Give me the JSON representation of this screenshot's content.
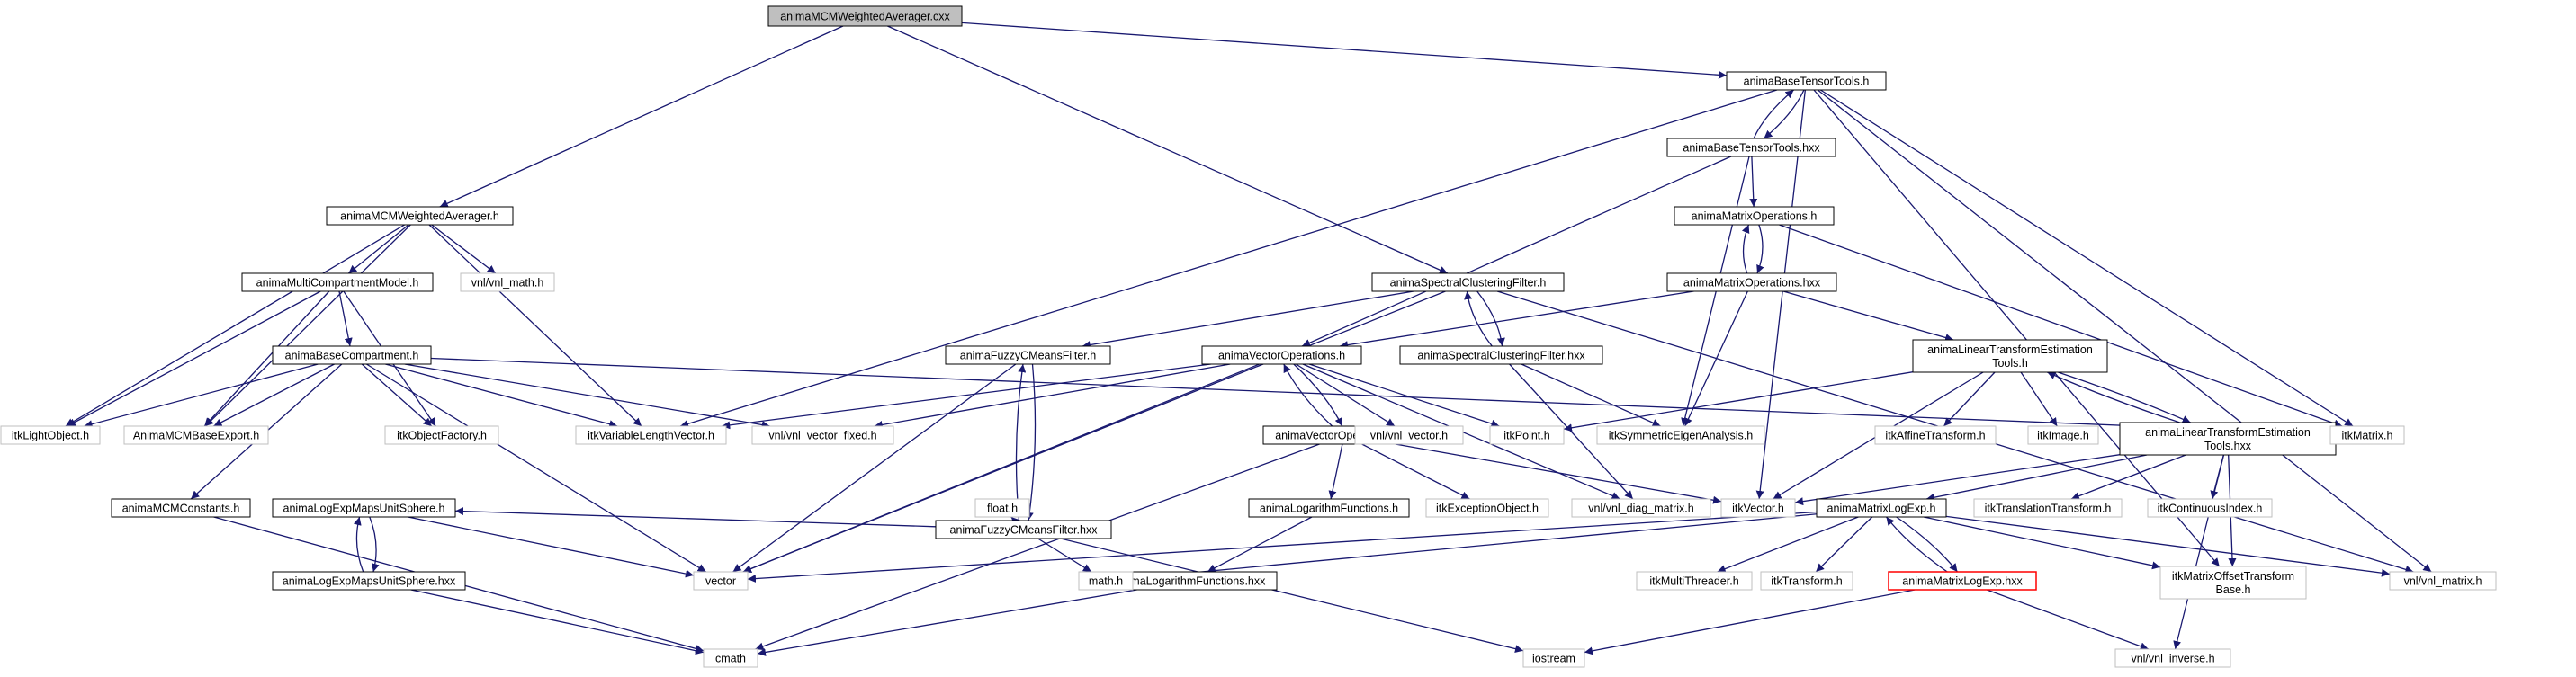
{
  "nodes": [
    {
      "id": "root",
      "label": "animaMCMWeightedAverager.cxx",
      "style": "root"
    },
    {
      "id": "baseTensorToolsH",
      "label": "animaBaseTensorTools.h",
      "style": "doc"
    },
    {
      "id": "baseTensorToolsHxx",
      "label": "animaBaseTensorTools.hxx",
      "style": "doc"
    },
    {
      "id": "mcmWeightedAveragerH",
      "label": "animaMCMWeightedAverager.h",
      "style": "doc"
    },
    {
      "id": "vnlMath",
      "label": "vnl/vnl_math.h",
      "style": "ext"
    },
    {
      "id": "multiCompartmentModelH",
      "label": "animaMultiCompartmentModel.h",
      "style": "doc"
    },
    {
      "id": "baseCompartmentH",
      "label": "animaBaseCompartment.h",
      "style": "doc"
    },
    {
      "id": "matrixOperationsH",
      "label": "animaMatrixOperations.h",
      "style": "doc"
    },
    {
      "id": "matrixOperationsHxx",
      "label": "animaMatrixOperations.hxx",
      "style": "doc"
    },
    {
      "id": "spectralClusteringFilterH",
      "label": "animaSpectralClusteringFilter.h",
      "style": "doc"
    },
    {
      "id": "spectralClusteringFilterHxx",
      "label": "animaSpectralClusteringFilter.hxx",
      "style": "doc"
    },
    {
      "id": "fuzzyCMeansFilterH",
      "label": "animaFuzzyCMeansFilter.h",
      "style": "doc"
    },
    {
      "id": "fuzzyCMeansFilterHxx",
      "label": "animaFuzzyCMeansFilter.hxx",
      "style": "doc"
    },
    {
      "id": "vectorOperationsH",
      "label": "animaVectorOperations.h",
      "style": "doc"
    },
    {
      "id": "vectorOperationsHxx",
      "label": "animaVectorOperations.hxx",
      "style": "doc"
    },
    {
      "id": "linearTransformEstimationToolsH",
      "label": "animaLinearTransformEstimation\nTools.h",
      "style": "doc"
    },
    {
      "id": "linearTransformEstimationToolsHxx",
      "label": "animaLinearTransformEstimation\nTools.hxx",
      "style": "doc"
    },
    {
      "id": "itkLightObject",
      "label": "itkLightObject.h",
      "style": "ext"
    },
    {
      "id": "mcmBaseExport",
      "label": "AnimaMCMBaseExport.h",
      "style": "ext"
    },
    {
      "id": "itkObjectFactory",
      "label": "itkObjectFactory.h",
      "style": "ext"
    },
    {
      "id": "itkVariableLengthVector",
      "label": "itkVariableLengthVector.h",
      "style": "ext"
    },
    {
      "id": "vnlVectorFixed",
      "label": "vnl/vnl_vector_fixed.h",
      "style": "ext"
    },
    {
      "id": "vnlVector",
      "label": "vnl/vnl_vector.h",
      "style": "ext"
    },
    {
      "id": "itkPoint",
      "label": "itkPoint.h",
      "style": "ext"
    },
    {
      "id": "itkSymmetricEigenAnalysis",
      "label": "itkSymmetricEigenAnalysis.h",
      "style": "ext"
    },
    {
      "id": "itkAffineTransform",
      "label": "itkAffineTransform.h",
      "style": "ext"
    },
    {
      "id": "itkImage",
      "label": "itkImage.h",
      "style": "ext"
    },
    {
      "id": "itkMatrix",
      "label": "itkMatrix.h",
      "style": "ext"
    },
    {
      "id": "mcmConstantsH",
      "label": "animaMCMConstants.h",
      "style": "doc"
    },
    {
      "id": "logExpMapsUnitSphereH",
      "label": "animaLogExpMapsUnitSphere.h",
      "style": "doc"
    },
    {
      "id": "logExpMapsUnitSphereHxx",
      "label": "animaLogExpMapsUnitSphere.hxx",
      "style": "doc"
    },
    {
      "id": "floatH",
      "label": "float.h",
      "style": "ext"
    },
    {
      "id": "logarithmFunctionsH",
      "label": "animaLogarithmFunctions.h",
      "style": "doc"
    },
    {
      "id": "logarithmFunctionsHxx",
      "label": "animaLogarithmFunctions.hxx",
      "style": "doc"
    },
    {
      "id": "itkExceptionObject",
      "label": "itkExceptionObject.h",
      "style": "ext"
    },
    {
      "id": "vnlDiagMatrix",
      "label": "vnl/vnl_diag_matrix.h",
      "style": "ext"
    },
    {
      "id": "itkVector",
      "label": "itkVector.h",
      "style": "ext"
    },
    {
      "id": "matrixLogExpH",
      "label": "animaMatrixLogExp.h",
      "style": "doc"
    },
    {
      "id": "matrixLogExpHxx",
      "label": "animaMatrixLogExp.hxx",
      "style": "red"
    },
    {
      "id": "itkTranslationTransform",
      "label": "itkTranslationTransform.h",
      "style": "ext"
    },
    {
      "id": "itkContinuousIndex",
      "label": "itkContinuousIndex.h",
      "style": "ext"
    },
    {
      "id": "itkMatrixOffsetTransformBase",
      "label": "itkMatrixOffsetTransform\nBase.h",
      "style": "ext"
    },
    {
      "id": "vnlMatrix",
      "label": "vnl/vnl_matrix.h",
      "style": "ext"
    },
    {
      "id": "vector",
      "label": "vector",
      "style": "ext"
    },
    {
      "id": "mathH",
      "label": "math.h",
      "style": "ext"
    },
    {
      "id": "itkMultiThreader",
      "label": "itkMultiThreader.h",
      "style": "ext"
    },
    {
      "id": "itkTransform",
      "label": "itkTransform.h",
      "style": "ext"
    },
    {
      "id": "cmath",
      "label": "cmath",
      "style": "ext"
    },
    {
      "id": "iostream",
      "label": "iostream",
      "style": "ext"
    },
    {
      "id": "vnlInverse",
      "label": "vnl/vnl_inverse.h",
      "style": "ext"
    }
  ],
  "edges": [
    [
      "root",
      "baseTensorToolsH"
    ],
    [
      "root",
      "mcmWeightedAveragerH"
    ],
    [
      "root",
      "spectralClusteringFilterH"
    ],
    [
      "baseTensorToolsH",
      "baseTensorToolsHxx"
    ],
    [
      "baseTensorToolsHxx",
      "baseTensorToolsH"
    ],
    [
      "baseTensorToolsH",
      "itkVariableLengthVector"
    ],
    [
      "baseTensorToolsH",
      "itkMatrix"
    ],
    [
      "baseTensorToolsH",
      "itkMatrixOffsetTransformBase"
    ],
    [
      "baseTensorToolsH",
      "vnlMatrix"
    ],
    [
      "baseTensorToolsH",
      "itkVector"
    ],
    [
      "baseTensorToolsHxx",
      "matrixOperationsH"
    ],
    [
      "baseTensorToolsHxx",
      "vectorOperationsH"
    ],
    [
      "baseTensorToolsHxx",
      "itkSymmetricEigenAnalysis"
    ],
    [
      "mcmWeightedAveragerH",
      "vnlMath"
    ],
    [
      "mcmWeightedAveragerH",
      "multiCompartmentModelH"
    ],
    [
      "mcmWeightedAveragerH",
      "itkLightObject"
    ],
    [
      "mcmWeightedAveragerH",
      "mcmBaseExport"
    ],
    [
      "mcmWeightedAveragerH",
      "itkVariableLengthVector"
    ],
    [
      "multiCompartmentModelH",
      "baseCompartmentH"
    ],
    [
      "multiCompartmentModelH",
      "itkLightObject"
    ],
    [
      "multiCompartmentModelH",
      "mcmBaseExport"
    ],
    [
      "multiCompartmentModelH",
      "itkObjectFactory"
    ],
    [
      "baseCompartmentH",
      "itkLightObject"
    ],
    [
      "baseCompartmentH",
      "mcmBaseExport"
    ],
    [
      "baseCompartmentH",
      "itkObjectFactory"
    ],
    [
      "baseCompartmentH",
      "itkVariableLengthVector"
    ],
    [
      "baseCompartmentH",
      "vnlVectorFixed"
    ],
    [
      "baseCompartmentH",
      "itkMatrix"
    ],
    [
      "baseCompartmentH",
      "mcmConstantsH"
    ],
    [
      "baseCompartmentH",
      "vector"
    ],
    [
      "matrixOperationsH",
      "matrixOperationsHxx"
    ],
    [
      "matrixOperationsHxx",
      "matrixOperationsH"
    ],
    [
      "matrixOperationsH",
      "itkMatrix"
    ],
    [
      "matrixOperationsHxx",
      "vectorOperationsH"
    ],
    [
      "matrixOperationsHxx",
      "linearTransformEstimationToolsH"
    ],
    [
      "matrixOperationsHxx",
      "itkSymmetricEigenAnalysis"
    ],
    [
      "spectralClusteringFilterH",
      "spectralClusteringFilterHxx"
    ],
    [
      "spectralClusteringFilterHxx",
      "spectralClusteringFilterH"
    ],
    [
      "spectralClusteringFilterH",
      "fuzzyCMeansFilterH"
    ],
    [
      "spectralClusteringFilterH",
      "vector"
    ],
    [
      "spectralClusteringFilterH",
      "vnlMatrix"
    ],
    [
      "spectralClusteringFilterHxx",
      "itkSymmetricEigenAnalysis"
    ],
    [
      "spectralClusteringFilterHxx",
      "vnlDiagMatrix"
    ],
    [
      "fuzzyCMeansFilterH",
      "fuzzyCMeansFilterHxx"
    ],
    [
      "fuzzyCMeansFilterHxx",
      "fuzzyCMeansFilterH"
    ],
    [
      "fuzzyCMeansFilterH",
      "vector"
    ],
    [
      "fuzzyCMeansFilterHxx",
      "logExpMapsUnitSphereH"
    ],
    [
      "fuzzyCMeansFilterHxx",
      "floatH"
    ],
    [
      "fuzzyCMeansFilterHxx",
      "mathH"
    ],
    [
      "fuzzyCMeansFilterHxx",
      "iostream"
    ],
    [
      "vectorOperationsH",
      "vectorOperationsHxx"
    ],
    [
      "vectorOperationsHxx",
      "vectorOperationsH"
    ],
    [
      "vectorOperationsH",
      "itkVariableLengthVector"
    ],
    [
      "vectorOperationsH",
      "vnlVectorFixed"
    ],
    [
      "vectorOperationsH",
      "vnlVector"
    ],
    [
      "vectorOperationsH",
      "itkPoint"
    ],
    [
      "vectorOperationsH",
      "vnlDiagMatrix"
    ],
    [
      "vectorOperationsH",
      "vector"
    ],
    [
      "vectorOperationsHxx",
      "logarithmFunctionsH"
    ],
    [
      "vectorOperationsHxx",
      "itkExceptionObject"
    ],
    [
      "vectorOperationsHxx",
      "itkVector"
    ],
    [
      "vectorOperationsHxx",
      "cmath"
    ],
    [
      "linearTransformEstimationToolsH",
      "linearTransformEstimationToolsHxx"
    ],
    [
      "linearTransformEstimationToolsHxx",
      "linearTransformEstimationToolsH"
    ],
    [
      "linearTransformEstimationToolsH",
      "itkPoint"
    ],
    [
      "linearTransformEstimationToolsH",
      "itkAffineTransform"
    ],
    [
      "linearTransformEstimationToolsH",
      "itkImage"
    ],
    [
      "linearTransformEstimationToolsH",
      "itkVector"
    ],
    [
      "linearTransformEstimationToolsHxx",
      "itkVector"
    ],
    [
      "linearTransformEstimationToolsHxx",
      "matrixLogExpH"
    ],
    [
      "linearTransformEstimationToolsHxx",
      "itkTranslationTransform"
    ],
    [
      "linearTransformEstimationToolsHxx",
      "itkContinuousIndex"
    ],
    [
      "linearTransformEstimationToolsHxx",
      "itkMatrixOffsetTransformBase"
    ],
    [
      "linearTransformEstimationToolsHxx",
      "vnlInverse"
    ],
    [
      "mcmConstantsH",
      "cmath"
    ],
    [
      "logExpMapsUnitSphereH",
      "logExpMapsUnitSphereHxx"
    ],
    [
      "logExpMapsUnitSphereHxx",
      "logExpMapsUnitSphereH"
    ],
    [
      "logExpMapsUnitSphereH",
      "vector"
    ],
    [
      "logExpMapsUnitSphereHxx",
      "cmath"
    ],
    [
      "logarithmFunctionsH",
      "logarithmFunctionsHxx"
    ],
    [
      "logarithmFunctionsHxx",
      "cmath"
    ],
    [
      "matrixLogExpH",
      "matrixLogExpHxx"
    ],
    [
      "matrixLogExpHxx",
      "matrixLogExpH"
    ],
    [
      "matrixLogExpH",
      "vector"
    ],
    [
      "matrixLogExpH",
      "mathH"
    ],
    [
      "matrixLogExpH",
      "itkMultiThreader"
    ],
    [
      "matrixLogExpH",
      "itkTransform"
    ],
    [
      "matrixLogExpH",
      "itkMatrixOffsetTransformBase"
    ],
    [
      "matrixLogExpH",
      "vnlMatrix"
    ],
    [
      "matrixLogExpHxx",
      "iostream"
    ],
    [
      "matrixLogExpHxx",
      "vnlInverse"
    ]
  ]
}
